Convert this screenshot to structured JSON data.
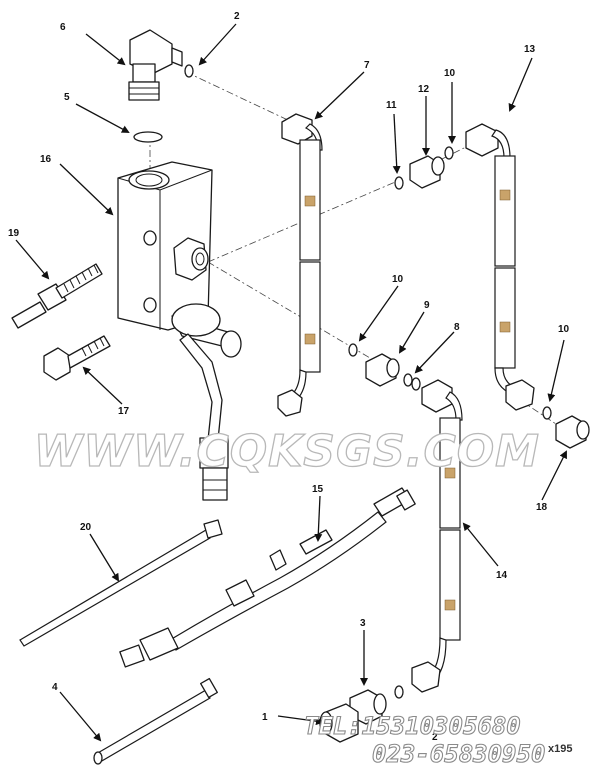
{
  "diagram": {
    "callouts": [
      "1",
      "2",
      "3",
      "4",
      "5",
      "6",
      "7",
      "8",
      "9",
      "10",
      "10",
      "10",
      "11",
      "12",
      "13",
      "14",
      "15",
      "16",
      "17",
      "18",
      "19",
      "20",
      "2"
    ],
    "watermark": "WWW.CQKSGS.COM",
    "telephone_line": "TEL:15310305680",
    "phone_line": "023-65830950",
    "figure_code": "x195"
  }
}
